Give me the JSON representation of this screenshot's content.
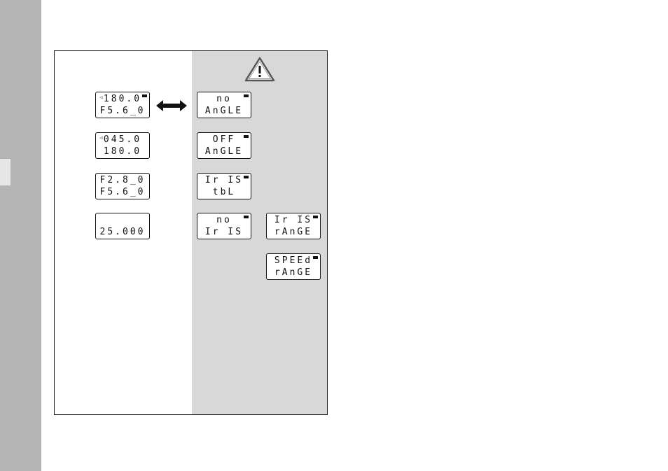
{
  "displays_left": [
    {
      "id": "angle-fs",
      "marker": "◁",
      "line1": "180.0",
      "line2": "F5.6_0"
    },
    {
      "id": "angle-pair",
      "marker": "◁",
      "line1": "045.0",
      "line2": "180.0"
    },
    {
      "id": "f-stops",
      "marker": "",
      "line1": "F2.8_0",
      "line2": "F5.6_0"
    },
    {
      "id": "value",
      "marker": "",
      "line1": "",
      "line2": "25.000"
    }
  ],
  "displays_warning": [
    {
      "id": "no-angle",
      "line1": "no",
      "line2": "AnGLE"
    },
    {
      "id": "off-angle",
      "line1": "OFF",
      "line2": "AnGLE"
    },
    {
      "id": "iris-tbl",
      "line1": "Ir IS",
      "line2": "tbL"
    },
    {
      "id": "no-iris",
      "line1": "no",
      "line2": "Ir IS"
    },
    {
      "id": "iris-range",
      "line1": "Ir IS",
      "line2": "rAnGE"
    },
    {
      "id": "speed-range",
      "line1": "SPEEd",
      "line2": "rAnGE"
    }
  ],
  "icons": {
    "warning": "warning-triangle-icon",
    "arrow": "double-arrow-icon"
  },
  "colors": {
    "sidebar": "#b4b4b4",
    "warning_panel": "#d8d8d8",
    "lcd_ink": "#111111"
  }
}
